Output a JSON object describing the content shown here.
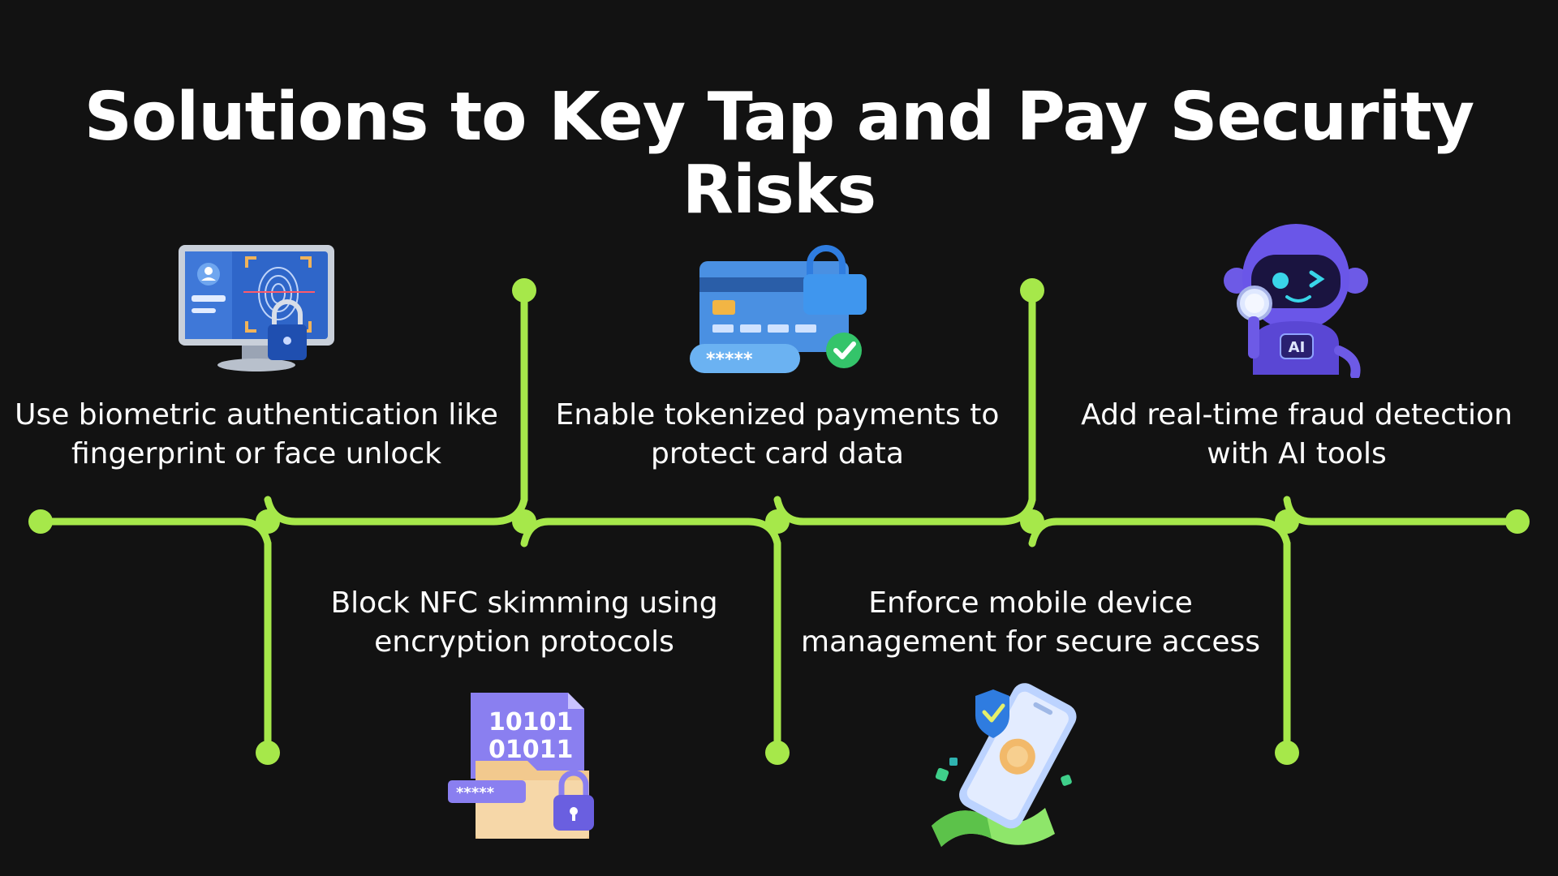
{
  "title": "Solutions to Key Tap and Pay Security Risks",
  "colors": {
    "background": "#121212",
    "accent": "#a6e84a",
    "text": "#ffffff"
  },
  "steps": [
    {
      "line1": "Use biometric authentication like",
      "line2": "fingerprint or face unlock",
      "icon": "biometric-monitor-icon"
    },
    {
      "line1": "Block NFC skimming using",
      "line2": "encryption protocols",
      "icon": "encrypted-folder-icon",
      "binary1": "10101",
      "binary2": "01011",
      "masked": "*****"
    },
    {
      "line1": "Enable tokenized payments to",
      "line2": "protect card data",
      "icon": "locked-credit-card-icon",
      "masked": "*****"
    },
    {
      "line1": "Enforce mobile device",
      "line2": "management for secure access",
      "icon": "secure-phone-icon"
    },
    {
      "line1": "Add real-time fraud detection",
      "line2": "with AI tools",
      "icon": "ai-robot-icon",
      "badge": "AI"
    }
  ]
}
